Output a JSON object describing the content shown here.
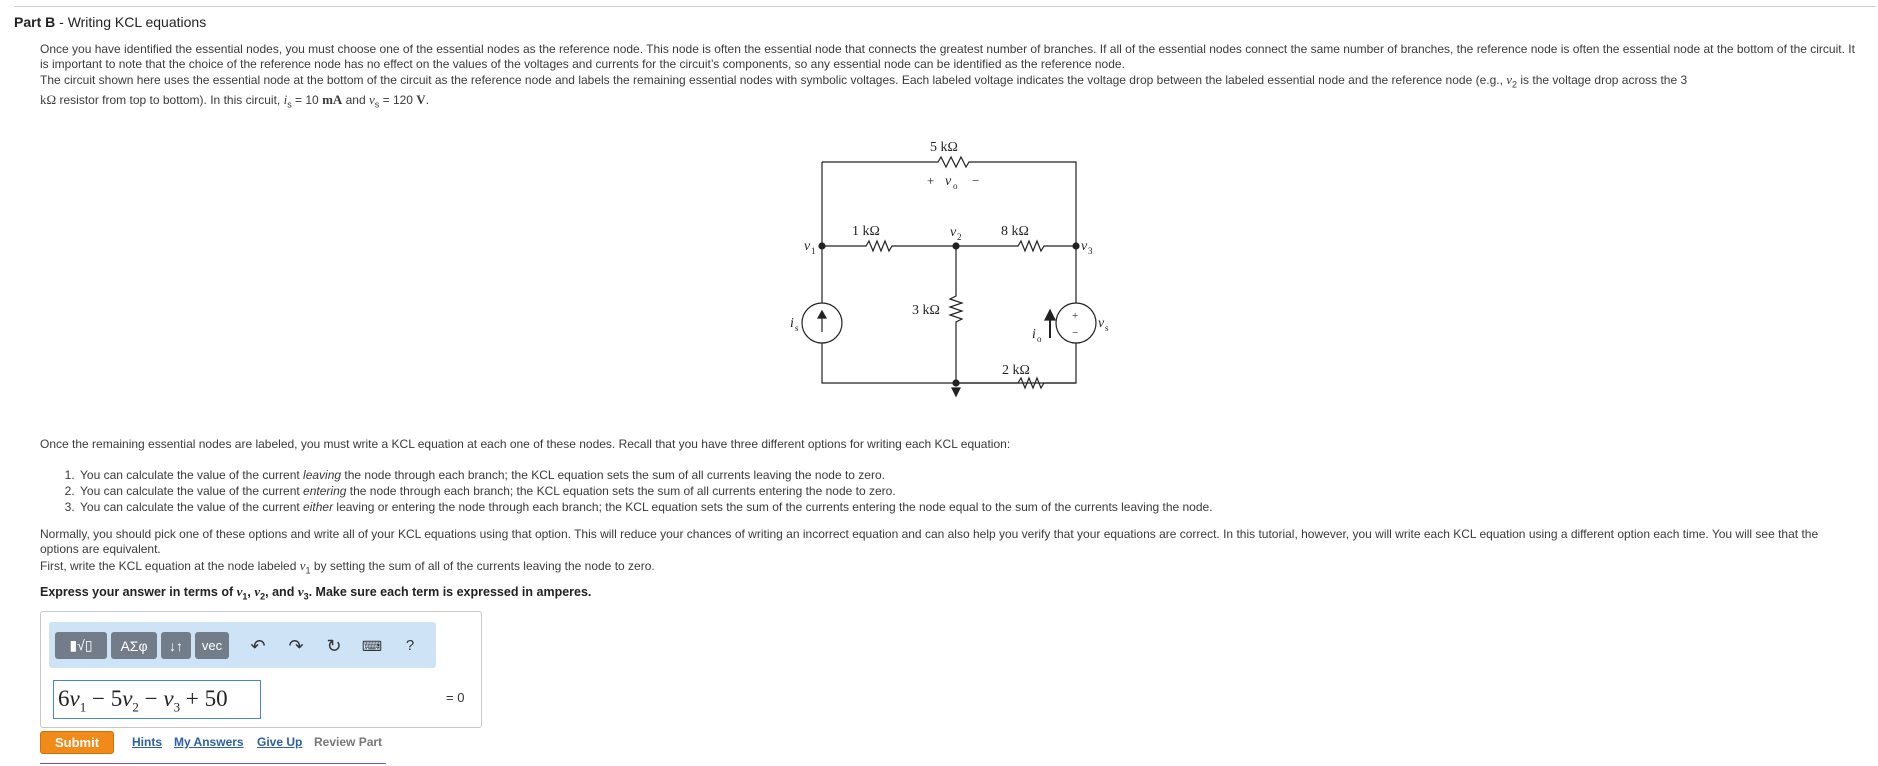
{
  "header": {
    "part_label": "Part B",
    "separator": " - ",
    "title": "Writing KCL equations"
  },
  "intro": {
    "p1": "Once you have identified the essential nodes, you must choose one of the essential nodes as the reference node. This node is often the essential node that connects the greatest number of branches. If all of the essential nodes connect the same number of branches, the reference node is often the essential node at the bottom of the circuit. It is important to note that the choice of the reference node has no effect on the values of the voltages and currents for the circuit’s components, so any essential node can be identified as the reference node.",
    "p2_a": "The circuit shown here uses the essential node at the bottom of the circuit as the reference node and labels the remaining essential nodes with symbolic voltages. Each labeled voltage indicates the voltage drop between the labeled essential node and the reference node (e.g., ",
    "p2_var": "v",
    "p2_sub": "2",
    "p2_b": " is the voltage drop across the 3",
    "p2_unit": "kΩ",
    "p2_c": " resistor from top to bottom). In this circuit, ",
    "is_var": "i",
    "is_sub": "s",
    "is_eq": " = 10 ",
    "is_unit": "mA",
    "and": " and ",
    "vs_var": "v",
    "vs_sub": "s",
    "vs_eq": " = 120 ",
    "vs_unit": "V",
    "end": "."
  },
  "circuit": {
    "r_top": "5 kΩ",
    "vo_plus": "+",
    "vo_var": "v",
    "vo_sub": "o",
    "vo_minus": "−",
    "r1": "1 kΩ",
    "r8": "8 kΩ",
    "r3": "3 kΩ",
    "r2": "2 kΩ",
    "v1_var": "v",
    "v1_sub": "1",
    "v2_var": "v",
    "v2_sub": "2",
    "v3_var": "v",
    "v3_sub": "3",
    "is_var": "i",
    "is_sub": "s",
    "io_var": "i",
    "io_sub": "o",
    "vs_var": "v",
    "vs_sub": "s",
    "src_plus": "+",
    "src_minus": "−"
  },
  "kcl_intro": "Once the remaining essential nodes are labeled, you must write a KCL equation at each one of these nodes. Recall that you have three different options for writing each KCL equation:",
  "options": [
    {
      "a": "You can calculate the value of the current ",
      "em": "leaving",
      "b": " the node through each branch; the KCL equation sets the sum of all currents leaving the node to zero."
    },
    {
      "a": "You can calculate the value of the current ",
      "em": "entering",
      "b": " the node through each branch; the KCL equation sets the sum of all currents entering the node to zero."
    },
    {
      "a": "You can calculate the value of the current ",
      "em": "either",
      "b": " leaving or entering the node through each branch; the KCL equation sets the sum of the currents entering the node equal to the sum of the currents leaving the node."
    }
  ],
  "normally": "Normally, you should pick one of these options and write all of your KCL equations using that option. This will reduce your chances of writing an incorrect equation and can also help you verify that your equations are correct. In this tutorial, however, you will write each KCL equation using a different option each time. You will see that the options are equivalent.",
  "first_a": "First, write the KCL equation at the node labeled ",
  "first_var": "v",
  "first_sub": "1",
  "first_b": " by setting the sum of all of the currents leaving the node to zero.",
  "express": {
    "a": "Express your answer in terms of ",
    "v1": "v",
    "s1": "1",
    "c1": ", ",
    "v2": "v",
    "s2": "2",
    "c2": ", and ",
    "v3": "v",
    "s3": "3",
    "b": ". Make sure each term is expressed in amperes."
  },
  "toolbar": {
    "templates": "▮√▯",
    "greek": "ΑΣφ",
    "arrows": "↓↑",
    "vec": "vec",
    "undo_icon": "undo-icon",
    "redo_icon": "redo-icon",
    "reset_icon": "reset-icon",
    "keyboard_icon": "keyboard-icon",
    "help": "?"
  },
  "answer": {
    "t1c": "6",
    "t1v": "v",
    "t1s": "1",
    "op1": " − 5",
    "t2v": "v",
    "t2s": "2",
    "op2": " − ",
    "t3v": "v",
    "t3s": "3",
    "op3": " + 50",
    "equals": "= 0"
  },
  "actions": {
    "submit": "Submit",
    "hints": "Hints",
    "my_answers": "My Answers",
    "give_up": "Give Up",
    "review_part": "Review Part"
  },
  "colors": {
    "submit_bg": "#f08a18",
    "toolbar_bg": "#cfe3f7",
    "link": "#2d5fa6",
    "input_border": "#4a86c5"
  }
}
